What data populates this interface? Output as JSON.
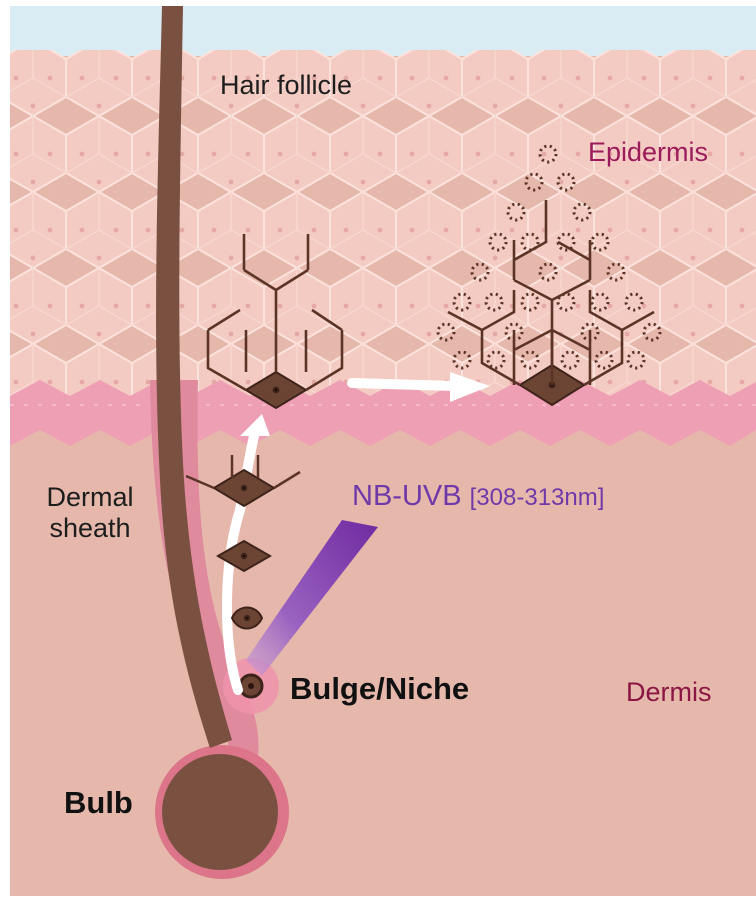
{
  "labels": {
    "hair_follicle": "Hair follicle",
    "epidermis": "Epidermis",
    "dermal_sheath": "Dermal sheath",
    "nb_uvb": "NB-UVB",
    "nb_uvb_range": "[308-313nm]",
    "bulge_niche": "Bulge/Niche",
    "dermis": "Dermis",
    "bulb": "Bulb"
  },
  "colors": {
    "sky": "#d9ecf4",
    "epidermis": "#f3c8bf",
    "epidermis_basal": "#f0a3b5",
    "dermis": "#e7b9ad",
    "hair": "#7a5140",
    "sheath": "#dd7b90",
    "uvb": "#7b3aa8",
    "lineage": "#5b3426",
    "arrow": "#ffffff"
  }
}
